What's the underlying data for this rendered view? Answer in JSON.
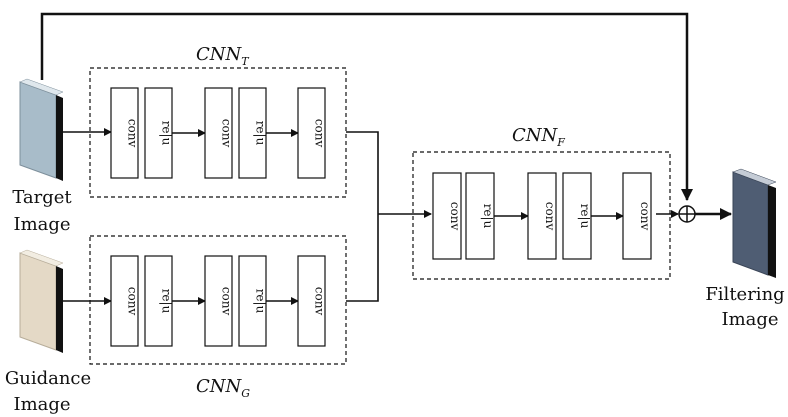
{
  "diagram": {
    "cnn_t": {
      "base": "CNN",
      "sub": "T"
    },
    "cnn_g": {
      "base": "CNN",
      "sub": "G"
    },
    "cnn_f": {
      "base": "CNN",
      "sub": "F"
    },
    "layer_conv": "conv",
    "layer_relu": "re|u",
    "target_label": [
      "Target",
      "Image"
    ],
    "guidance_label": [
      "Guidance",
      "Image"
    ],
    "output_label": [
      "Filtering",
      "Image"
    ],
    "colors": {
      "target_image": "#a8bcc9",
      "guidance_image": "#e4d9c6",
      "output_image": "#4f5d73",
      "stroke": "#111111"
    }
  }
}
